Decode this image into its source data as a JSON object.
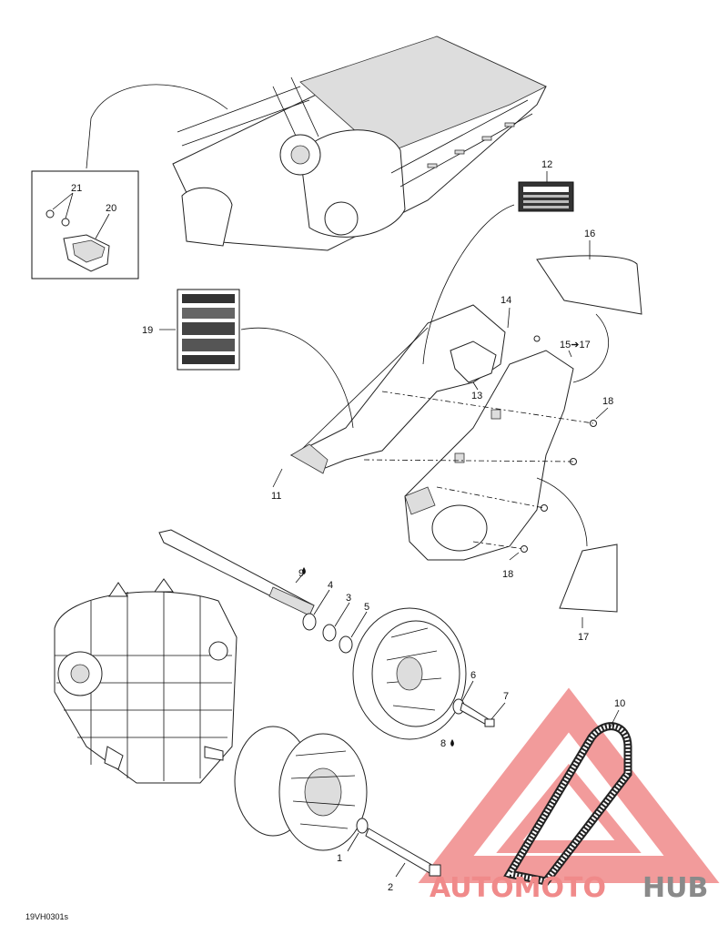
{
  "callouts": {
    "c1": "1",
    "c2": "2",
    "c3": "3",
    "c4": "4",
    "c5": "5",
    "c6": "6",
    "c7": "7",
    "c8": "8",
    "c9": "9",
    "c10": "10",
    "c11": "11",
    "c12": "12",
    "c13": "13",
    "c14": "14",
    "c15": "15➔17",
    "c16": "16",
    "c17": "17",
    "c18a": "18",
    "c18b": "18",
    "c19": "19",
    "c20": "20",
    "c21": "21"
  },
  "drawing_code": "19VH0301s",
  "watermark": {
    "part1": "AUTOMOTO",
    "part2": "HUB",
    "color_red": "#f08a8a",
    "color_gray": "#8a8a8a"
  }
}
